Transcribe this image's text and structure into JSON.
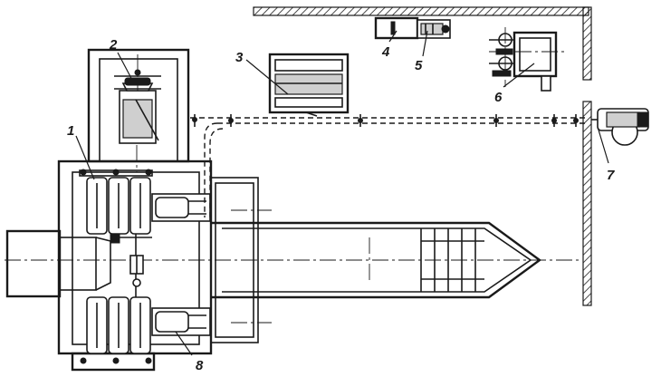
{
  "diagram": {
    "labels": [
      {
        "id": "1",
        "text": "1"
      },
      {
        "id": "2",
        "text": "2"
      },
      {
        "id": "3",
        "text": "3"
      },
      {
        "id": "4",
        "text": "4"
      },
      {
        "id": "5",
        "text": "5"
      },
      {
        "id": "6",
        "text": "6"
      },
      {
        "id": "7",
        "text": "7"
      },
      {
        "id": "8",
        "text": "8"
      }
    ]
  }
}
